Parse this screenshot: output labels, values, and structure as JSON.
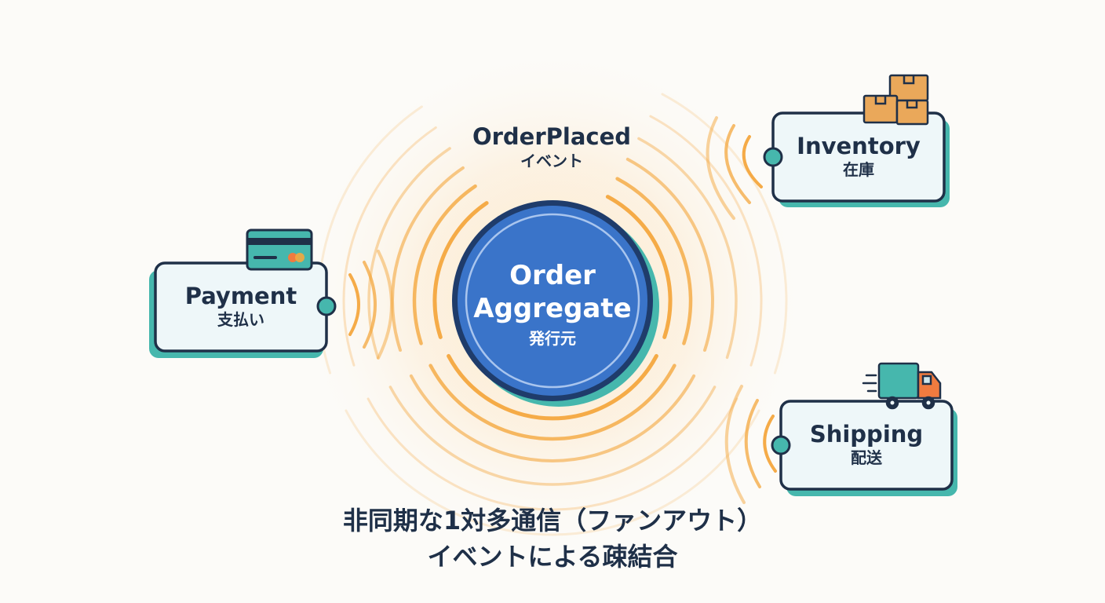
{
  "event": {
    "name": "OrderPlaced",
    "subtitle": "イベント"
  },
  "publisher": {
    "line1": "Order",
    "line2": "Aggregate",
    "subtitle": "発行元",
    "fill_color": "#3a74c9",
    "ring_color": "#1f3c6b"
  },
  "services": {
    "payment": {
      "name": "Payment",
      "subtitle": "支払い",
      "icon": "credit-card-icon"
    },
    "inventory": {
      "name": "Inventory",
      "subtitle": "在庫",
      "icon": "boxes-icon"
    },
    "shipping": {
      "name": "Shipping",
      "subtitle": "配送",
      "icon": "truck-icon"
    }
  },
  "caption": {
    "line1": "非同期な1対多通信（ファンアウト）",
    "line2": "イベントによる疎結合"
  },
  "colors": {
    "wave": "#f4a73e",
    "card_fill": "#eef7f9",
    "card_border": "#1f3048",
    "teal": "#46b7ad",
    "text": "#1f3048"
  }
}
